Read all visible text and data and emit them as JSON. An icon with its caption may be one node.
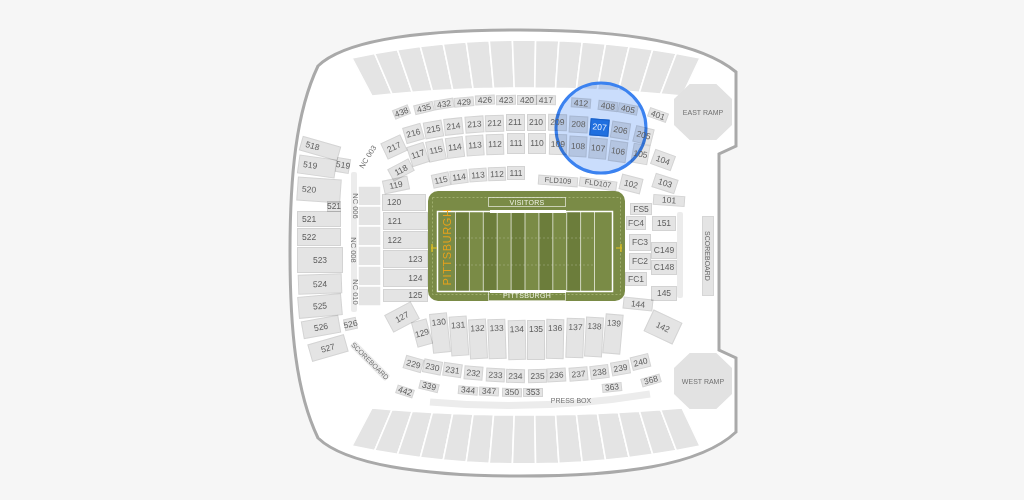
{
  "diagram": {
    "nodes": [
      {
        "text": [
          "438"
        ]
      },
      {
        "text": [
          "435"
        ]
      },
      {
        "text": [
          "432"
        ]
      },
      {
        "text": [
          "429"
        ]
      },
      {
        "text": [
          "426"
        ]
      },
      {
        "text": [
          "423"
        ]
      },
      {
        "text": [
          "420"
        ]
      },
      {
        "text": [
          "417"
        ]
      },
      {
        "text": [
          "412"
        ]
      },
      {
        "text": [
          "408"
        ]
      },
      {
        "text": [
          "405"
        ]
      },
      {
        "text": [
          "401"
        ]
      },
      {
        "text": [
          "EAST RAMP"
        ]
      },
      {
        "text": [
          "216"
        ]
      },
      {
        "text": [
          "215"
        ]
      },
      {
        "text": [
          "214"
        ]
      },
      {
        "text": [
          "213"
        ]
      },
      {
        "text": [
          "212"
        ]
      },
      {
        "text": [
          "211"
        ]
      },
      {
        "text": [
          "210"
        ]
      },
      {
        "text": [
          "209"
        ]
      },
      {
        "text": [
          "208"
        ]
      },
      {
        "text": [
          "207"
        ]
      },
      {
        "text": [
          "206"
        ]
      },
      {
        "text": [
          "205"
        ]
      },
      {
        "text": [
          "217"
        ]
      },
      {
        "text": [
          "117"
        ]
      },
      {
        "text": [
          "115"
        ]
      },
      {
        "text": [
          "114"
        ]
      },
      {
        "text": [
          "113"
        ]
      },
      {
        "text": [
          "112"
        ]
      },
      {
        "text": [
          "111"
        ]
      },
      {
        "text": [
          "110"
        ]
      },
      {
        "text": [
          "109"
        ]
      },
      {
        "text": [
          "108"
        ]
      },
      {
        "text": [
          "107"
        ]
      },
      {
        "text": [
          "106"
        ]
      },
      {
        "text": [
          "105"
        ]
      },
      {
        "text": [
          "104"
        ]
      },
      {
        "text": [
          "118"
        ]
      },
      {
        "text": [
          "119"
        ]
      },
      {
        "text": [
          "115"
        ]
      },
      {
        "text": [
          "114"
        ]
      },
      {
        "text": [
          "113"
        ]
      },
      {
        "text": [
          "112"
        ]
      },
      {
        "text": [
          "111"
        ]
      },
      {
        "text": [
          "FLD109"
        ]
      },
      {
        "text": [
          "FLD107"
        ]
      },
      {
        "text": [
          "102"
        ]
      },
      {
        "text": [
          "103"
        ]
      },
      {
        "text": [
          "101"
        ]
      },
      {
        "text": [
          "518"
        ]
      },
      {
        "text": [
          "519"
        ]
      },
      {
        "text": [
          "519"
        ]
      },
      {
        "text": [
          "520"
        ]
      },
      {
        "text": [
          "521"
        ]
      },
      {
        "text": [
          "521"
        ]
      },
      {
        "text": [
          "522"
        ]
      },
      {
        "text": [
          "523"
        ]
      },
      {
        "text": [
          "524"
        ]
      },
      {
        "text": [
          "525"
        ]
      },
      {
        "text": [
          "526"
        ]
      },
      {
        "text": [
          "526"
        ]
      },
      {
        "text": [
          "527"
        ]
      },
      {
        "text": [
          "120"
        ]
      },
      {
        "text": [
          "121"
        ]
      },
      {
        "text": [
          "122"
        ]
      },
      {
        "text": [
          "123"
        ]
      },
      {
        "text": [
          "124"
        ]
      },
      {
        "text": [
          "125"
        ]
      },
      {
        "text": [
          "127"
        ]
      },
      {
        "text": [
          "129"
        ]
      },
      {
        "text": [
          "PITTSBURGH"
        ]
      },
      {
        "text": [
          "VISITORS"
        ],
        "in": 72
      },
      {
        "text": [
          "PITTSBURGH"
        ],
        "in": 72
      },
      {
        "text": [
          "FS5"
        ]
      },
      {
        "text": [
          "FC4"
        ]
      },
      {
        "text": [
          "151"
        ]
      },
      {
        "text": [
          "FC3"
        ]
      },
      {
        "text": [
          "C149"
        ]
      },
      {
        "text": [
          "FC2"
        ]
      },
      {
        "text": [
          "C148"
        ]
      },
      {
        "text": [
          "FC1"
        ]
      },
      {
        "text": [
          "145"
        ]
      },
      {
        "text": [
          "144"
        ]
      },
      {
        "text": [
          "SCOREBOARD"
        ]
      },
      {
        "text": [
          "142"
        ]
      },
      {
        "text": [
          "130"
        ]
      },
      {
        "text": [
          "131"
        ]
      },
      {
        "text": [
          "132"
        ]
      },
      {
        "text": [
          "133"
        ]
      },
      {
        "text": [
          "134"
        ]
      },
      {
        "text": [
          "135"
        ]
      },
      {
        "text": [
          "136"
        ]
      },
      {
        "text": [
          "137"
        ]
      },
      {
        "text": [
          "138"
        ]
      },
      {
        "text": [
          "139"
        ]
      },
      {
        "text": [
          "229"
        ]
      },
      {
        "text": [
          "230"
        ]
      },
      {
        "text": [
          "231"
        ]
      },
      {
        "text": [
          "232"
        ]
      },
      {
        "text": [
          "233"
        ]
      },
      {
        "text": [
          "234"
        ]
      },
      {
        "text": [
          "235"
        ]
      },
      {
        "text": [
          "236"
        ]
      },
      {
        "text": [
          "237"
        ]
      },
      {
        "text": [
          "238"
        ]
      },
      {
        "text": [
          "239"
        ]
      },
      {
        "text": [
          "240"
        ]
      },
      {
        "text": [
          "442"
        ]
      },
      {
        "text": [
          "339"
        ]
      },
      {
        "text": [
          "344"
        ]
      },
      {
        "text": [
          "347"
        ]
      },
      {
        "text": [
          "350"
        ]
      },
      {
        "text": [
          "353"
        ]
      },
      {
        "text": [
          "363"
        ]
      },
      {
        "text": [
          "368"
        ]
      },
      {
        "text": [
          "WEST RAMP"
        ]
      }
    ],
    "labels": [
      "NC 003",
      "NC 006",
      "NC 008",
      "NC 010",
      "SCOREBOARD",
      "PRESS BOX"
    ]
  }
}
